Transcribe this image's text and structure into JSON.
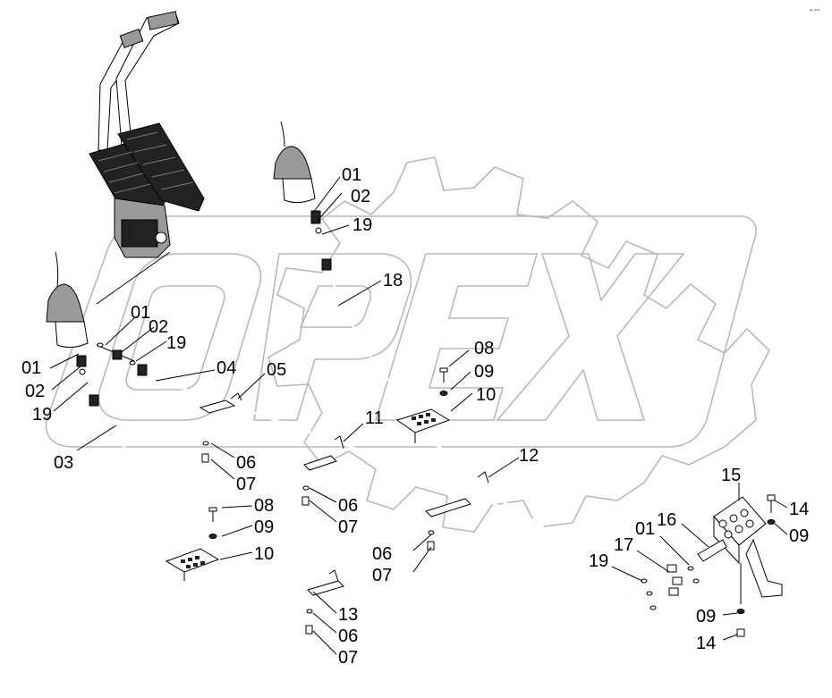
{
  "corner_mark": "⌁ ▫▫▫",
  "watermark": {
    "logo_text": "OPEX",
    "colors": {
      "outline": "#b9b9b9"
    }
  },
  "callouts": [
    {
      "id": "c01a",
      "text": "01"
    },
    {
      "id": "c02a",
      "text": "02"
    },
    {
      "id": "c19a",
      "text": "19"
    },
    {
      "id": "c18",
      "text": "18"
    },
    {
      "id": "c01b",
      "text": "01"
    },
    {
      "id": "c02b",
      "text": "02"
    },
    {
      "id": "c19b",
      "text": "19"
    },
    {
      "id": "c04",
      "text": "04"
    },
    {
      "id": "c05",
      "text": "05"
    },
    {
      "id": "c01c",
      "text": "01"
    },
    {
      "id": "c02c",
      "text": "02"
    },
    {
      "id": "c19c",
      "text": "19"
    },
    {
      "id": "c03",
      "text": "03"
    },
    {
      "id": "c08a",
      "text": "08"
    },
    {
      "id": "c09a",
      "text": "09"
    },
    {
      "id": "c10a",
      "text": "10"
    },
    {
      "id": "c11",
      "text": "11"
    },
    {
      "id": "c06a",
      "text": "06"
    },
    {
      "id": "c07a",
      "text": "07"
    },
    {
      "id": "c12",
      "text": "12"
    },
    {
      "id": "c06b",
      "text": "06"
    },
    {
      "id": "c07b",
      "text": "07"
    },
    {
      "id": "c08b",
      "text": "08"
    },
    {
      "id": "c09b",
      "text": "09"
    },
    {
      "id": "c10b",
      "text": "10"
    },
    {
      "id": "c06c",
      "text": "06"
    },
    {
      "id": "c07c",
      "text": "07"
    },
    {
      "id": "c15",
      "text": "15"
    },
    {
      "id": "c16",
      "text": "16"
    },
    {
      "id": "c01d",
      "text": "01"
    },
    {
      "id": "c17",
      "text": "17"
    },
    {
      "id": "c19d",
      "text": "19"
    },
    {
      "id": "c14a",
      "text": "14"
    },
    {
      "id": "c09c",
      "text": "09"
    },
    {
      "id": "c13",
      "text": "13"
    },
    {
      "id": "c06d",
      "text": "06"
    },
    {
      "id": "c07d",
      "text": "07"
    },
    {
      "id": "c09d",
      "text": "09"
    },
    {
      "id": "c14b",
      "text": "14"
    }
  ]
}
